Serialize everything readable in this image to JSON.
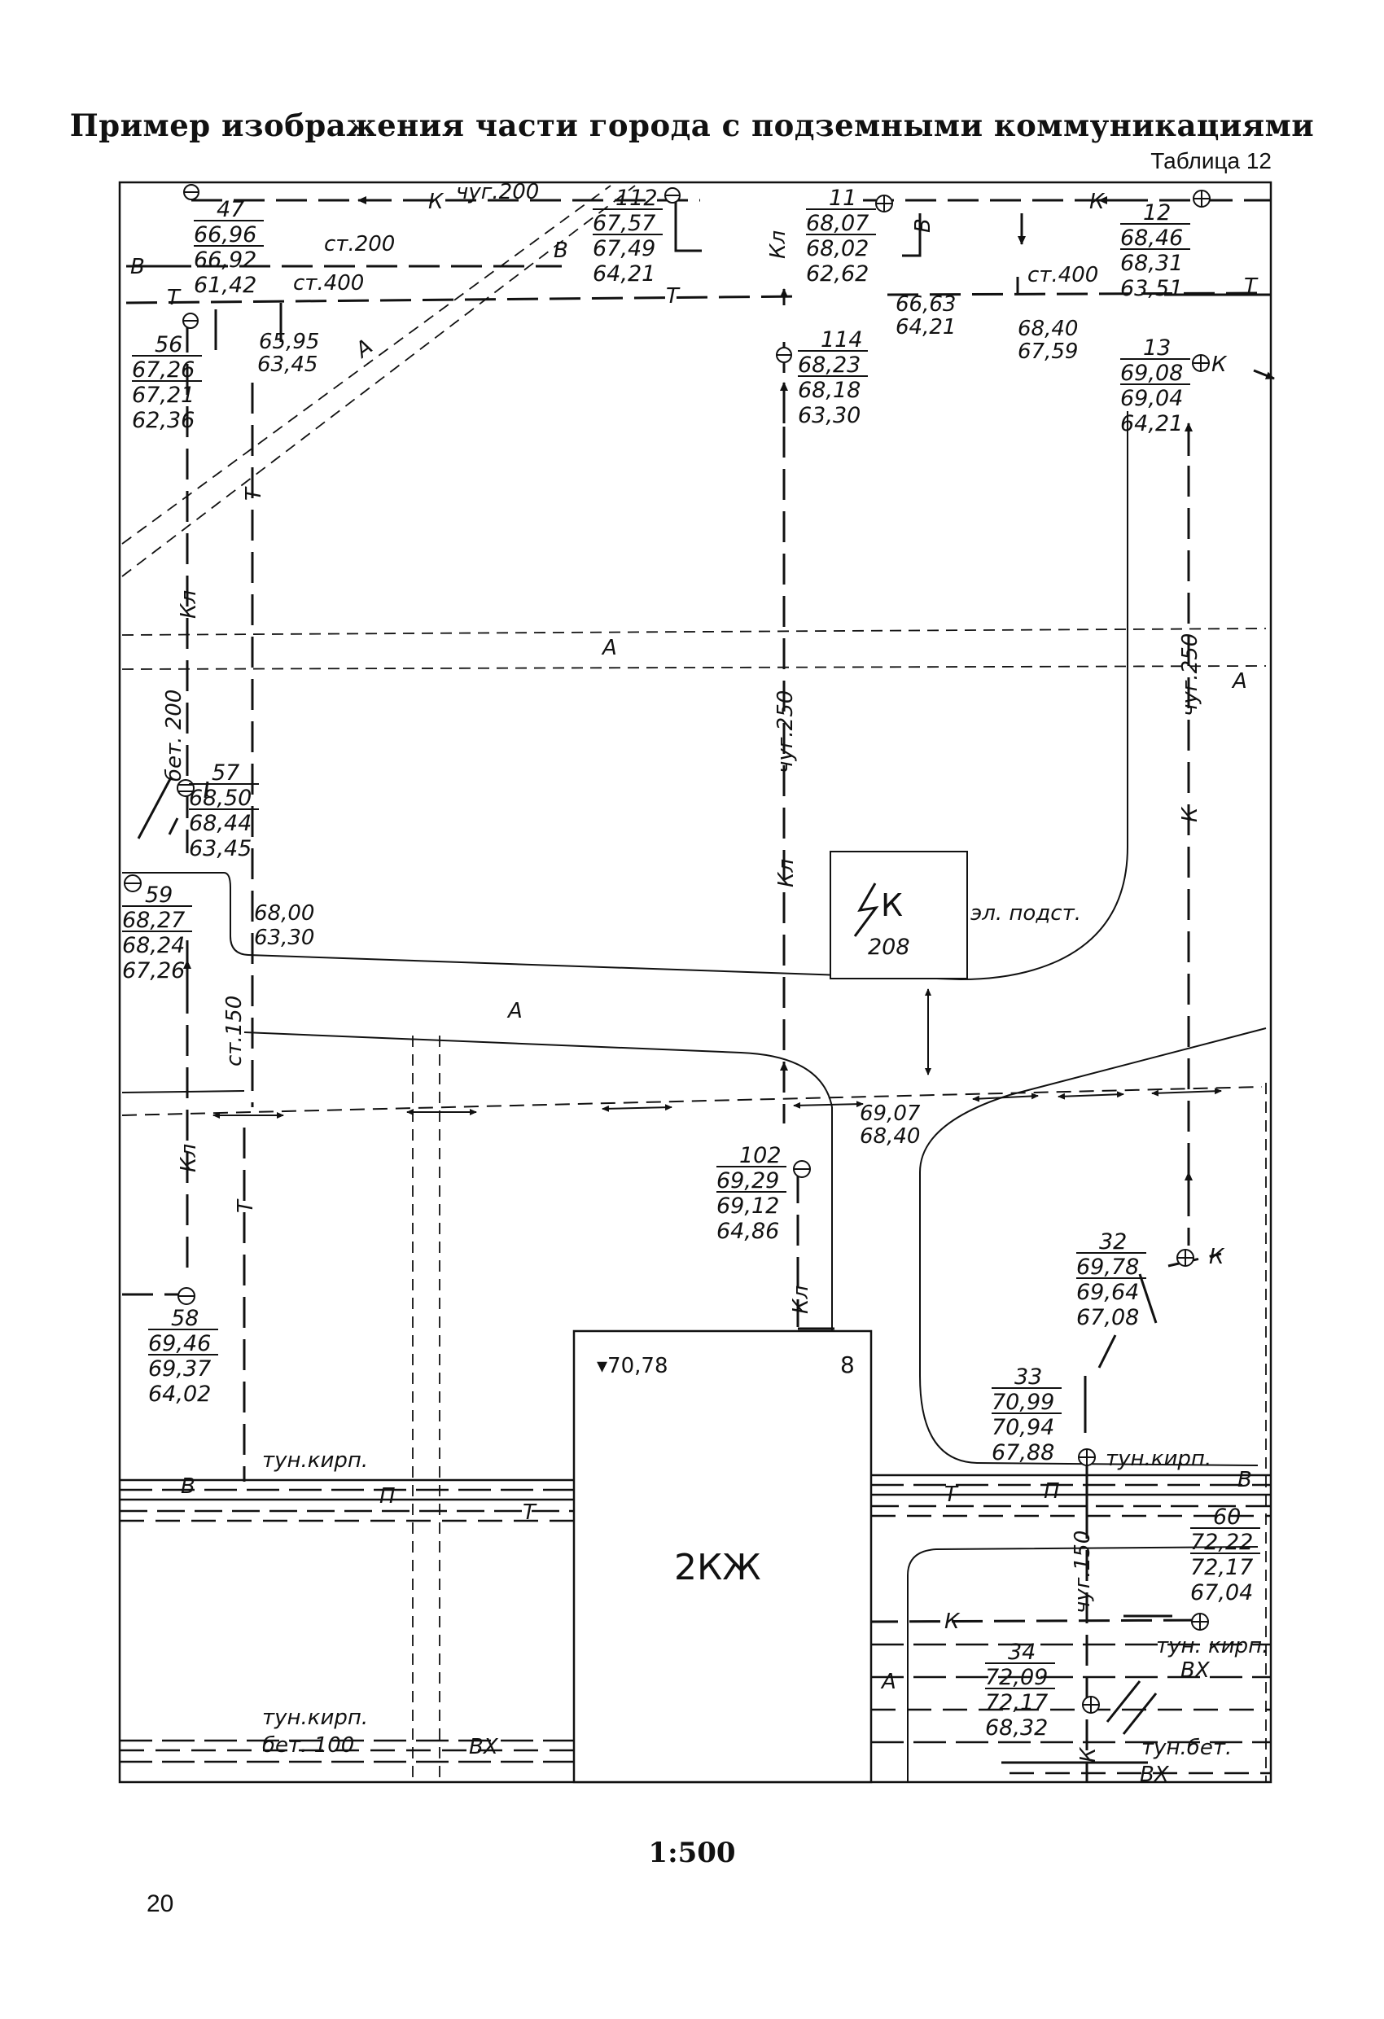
{
  "page": {
    "title": "Пример изображения части города с подземными коммуникациями",
    "table_label": "Таблица 12",
    "scale": "1:500",
    "page_number": "20"
  },
  "map": {
    "wells": {
      "w47": {
        "num": "47",
        "v1": "66,96",
        "v2": "66,92",
        "v3": "61,42"
      },
      "w112": {
        "num": "112",
        "v1": "67,57",
        "v2": "67,49",
        "v3": "64,21"
      },
      "w11": {
        "num": "11",
        "v1": "68,07",
        "v2": "68,02",
        "v3": "62,62"
      },
      "w12": {
        "num": "12",
        "v1": "68,46",
        "v2": "68,31",
        "v3": "63,51"
      },
      "w56": {
        "num": "56",
        "v1": "67,26",
        "v2": "67,21",
        "v3": "62,36"
      },
      "w114": {
        "num": "114",
        "v1": "68,23",
        "v2": "68,18",
        "v3": "63,30"
      },
      "w13": {
        "num": "13",
        "v1": "69,08",
        "v2": "69,04",
        "v3": "64,21"
      },
      "w57": {
        "num": "57",
        "v1": "68,50",
        "v2": "68,44",
        "v3": "63,45"
      },
      "w59": {
        "num": "59",
        "v1": "68,27",
        "v2": "68,24",
        "v3": "67,26"
      },
      "w102": {
        "num": "102",
        "v1": "69,29",
        "v2": "69,12",
        "v3": "64,86"
      },
      "w58": {
        "num": "58",
        "v1": "69,46",
        "v2": "69,37",
        "v3": "64,02"
      },
      "w32": {
        "num": "32",
        "v1": "69,78",
        "v2": "69,64",
        "v3": "67,08"
      },
      "w33": {
        "num": "33",
        "v1": "70,99",
        "v2": "70,94",
        "v3": "67,88"
      },
      "w60": {
        "num": "60",
        "v1": "72,22",
        "v2": "72,17",
        "v3": "67,04"
      },
      "w34": {
        "num": "34",
        "v1": "72,09",
        "v2": "72,17",
        "v3": "68,32"
      }
    },
    "spot_heights": {
      "h6595": "65,95",
      "h6345": "63,45",
      "h6663": "66,63",
      "h6421": "64,21",
      "h6840": "68,40",
      "h6759": "67,59",
      "h6800": "68,00",
      "h6330": "63,30",
      "h6907": "69,07",
      "h6840b": "68,40",
      "h7078": "▾70,78"
    },
    "labels": {
      "chug200": "чуг.200",
      "st200": "ст.200",
      "st400_left": "ст.400",
      "st400_right": "ст.400",
      "bet200": "бет. 200",
      "chug250_mid": "чуг.250",
      "chug250_right": "чуг.250",
      "st150": "ст.150",
      "chug150": "чуг.150",
      "tun_kirp_left": "тун.кирп.",
      "tun_kirp_right": "тун.кирп.",
      "tun_kirp_bottom": "тун.кирп.",
      "tun_kirp_diag": "тун. кирп.",
      "bet100": "бет. 100",
      "tun_bet": "тун.бет.",
      "el_podst": "эл. подст.",
      "substation_code": "К",
      "substation_num": "208",
      "building_code": "2КЖ",
      "building_floors": "8",
      "A": "А",
      "K": "К",
      "Kl": "Кл",
      "B": "В",
      "T": "Т",
      "P": "П",
      "VKh": "ВХ"
    }
  }
}
